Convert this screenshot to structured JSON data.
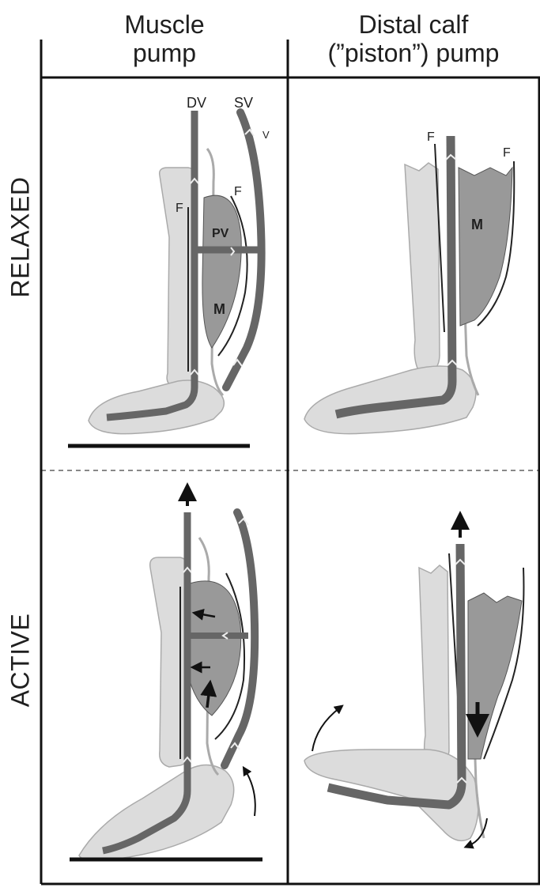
{
  "columns": {
    "muscle_pump": {
      "line1": "Muscle",
      "line2": "pump"
    },
    "piston_pump": {
      "line1": "Distal calf",
      "line2": "(”piston”) pump"
    }
  },
  "rows": {
    "relaxed": "RELAXED",
    "active": "ACTIVE"
  },
  "labels": {
    "deep_vein": "DV",
    "superficial_vein": "SV",
    "valve": "V",
    "fascia": "F",
    "perforating_vein": "PV",
    "muscle": "M"
  },
  "colors": {
    "bone": "#dcdcdc",
    "bone_outline": "#aaaaaa",
    "vein": "#666666",
    "muscle": "#999999",
    "fascia": "#222222",
    "grid": "#111111"
  },
  "icons": {
    "flow_arrow": "arrow-up-icon",
    "motion_arrow": "curved-arrow-icon",
    "valve": "valve-icon"
  }
}
